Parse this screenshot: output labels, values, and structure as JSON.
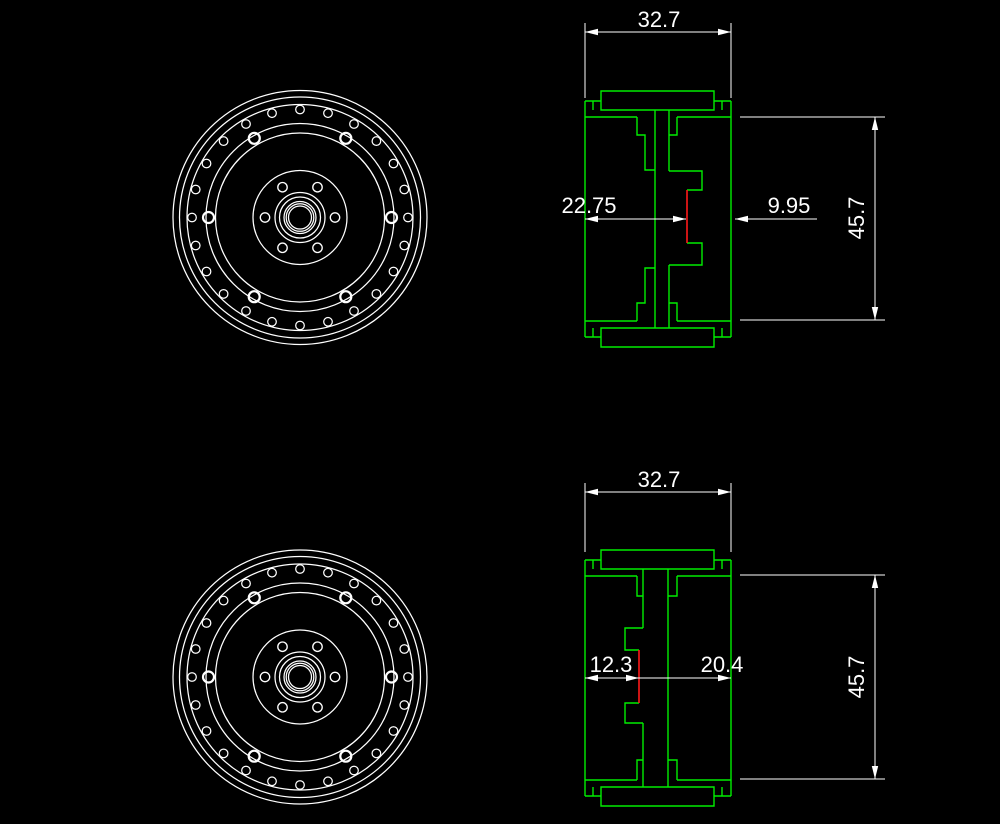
{
  "colors": {
    "background": "#000000",
    "section_outline": "#00ee00",
    "highlight_edge": "#ff1a1a",
    "dimension": "#ffffff",
    "wheel_outline": "#ffffff"
  },
  "views": {
    "section_top": {
      "dimensions": {
        "overall_width": "32.7",
        "hub_offset_left": "22.75",
        "hub_offset_right": "9.95",
        "overall_height": "45.7"
      }
    },
    "section_bottom": {
      "dimensions": {
        "overall_width": "32.7",
        "hub_offset_left": "12.3",
        "hub_offset_right": "20.4",
        "overall_height": "45.7"
      }
    }
  }
}
